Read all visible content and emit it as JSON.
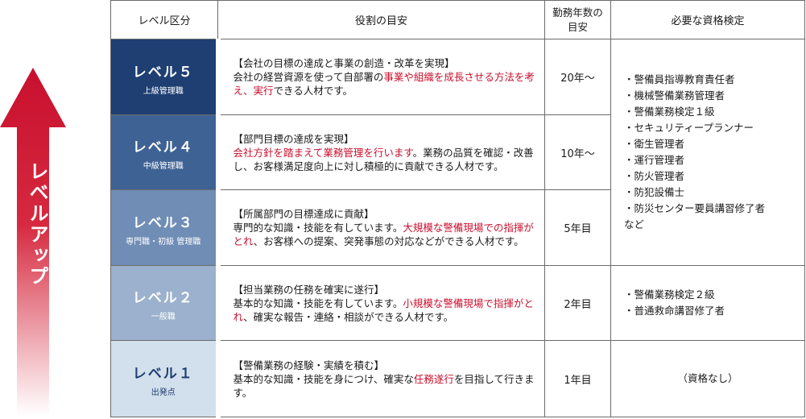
{
  "arrow": {
    "label": "レベルアップ",
    "color_top": "#c8102e"
  },
  "headers": {
    "level": "レベル区分",
    "role": "役割の目安",
    "years_line1": "勤務年数の",
    "years_line2": "目安",
    "quals": "必要な資格検定"
  },
  "levels": [
    {
      "name": "レベル５",
      "sub": "上級管理職",
      "heading": "【会社の目標の達成と事業の創造・改革を実現】",
      "text_a": "会社の経営資源を使って自部署の",
      "red_1": "事業や組織を成長させる方法を考え、実行",
      "text_b": "できる人材です。",
      "years": "20年～"
    },
    {
      "name": "レベル４",
      "sub": "中級管理職",
      "heading": "【部門目標の達成を実現】",
      "red_1": "会社方針を踏まえて業務管理を行います",
      "text_a": "。業務の品質を確認・改善し、お客様満足度向上に対し積極的に貢献できる人材です。",
      "years": "10年～"
    },
    {
      "name": "レベル３",
      "sub": "専門職・初級 管理職",
      "heading": "【所属部門の目標達成に貢献】",
      "text_a": "専門的な知識・技能を有しています。",
      "red_1": "大規模な警備現場での指揮がとれ",
      "text_b": "、お客様への提案、突発事態の対応などができる人材です。",
      "years": "5年目"
    },
    {
      "name": "レベル２",
      "sub": "一般職",
      "heading": "【担当業務の任務を確実に遂行】",
      "text_a": "基本的な知識・技能を有しています。",
      "red_1": "小規模な警備現場で指揮がとれ",
      "text_b": "、確実な報告・連絡・相談ができる人材です。",
      "years": "2年目"
    },
    {
      "name": "レベル１",
      "sub": "出発点",
      "heading": "【警備業務の経験・実績を積む】",
      "text_a": "基本的な知識・技能を身につけ、確実な",
      "red_1": "任務遂行",
      "text_b": "を目指して行きます。",
      "years": "1年目"
    }
  ],
  "quals_upper": [
    "・警備員指導教育責任者",
    "・機械警備業務管理者",
    "・警備業務検定１級",
    "・セキュリティープランナー",
    "・衛生管理者",
    "・運行管理者",
    "・防火管理者",
    "・防犯設備士",
    "・防災センター要員講習修了者",
    "など"
  ],
  "quals_middle": [
    "・警備業務検定２級",
    "・普通救命講習修了者"
  ],
  "quals_lower": "（資格なし）"
}
